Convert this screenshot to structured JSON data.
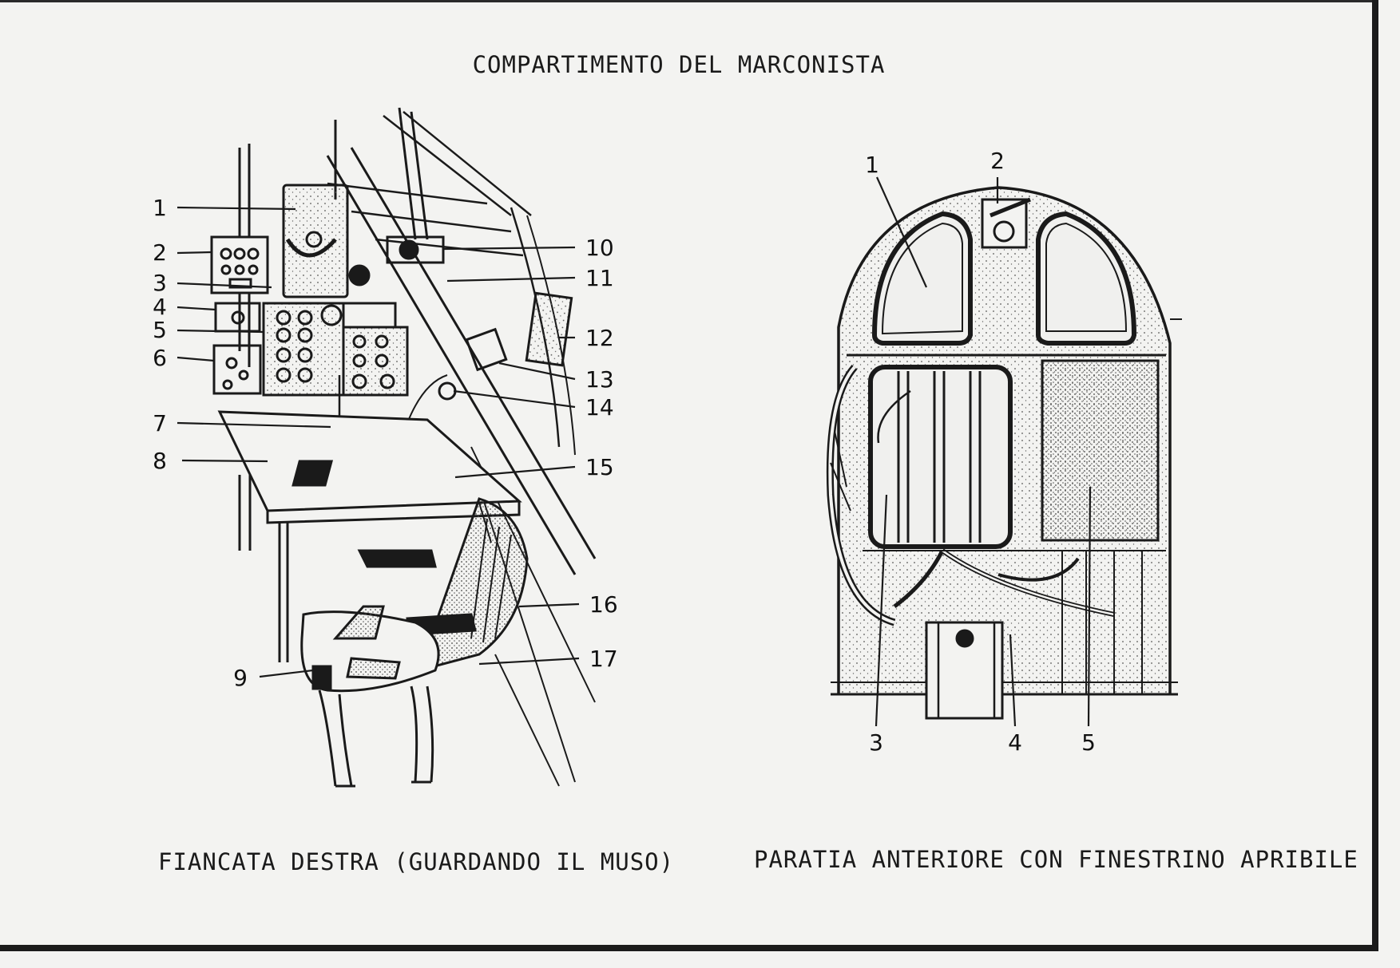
{
  "title": "COMPARTIMENTO DEL MARCONISTA",
  "left_view": {
    "caption": "FIANCATA DESTRA (GUARDANDO IL MUSO)",
    "callouts": [
      "1",
      "2",
      "3",
      "4",
      "5",
      "6",
      "7",
      "8",
      "9",
      "10",
      "11",
      "12",
      "13",
      "14",
      "15",
      "16",
      "17"
    ]
  },
  "right_view": {
    "caption": "PARATIA ANTERIORE CON FINESTRINO APRIBILE",
    "callouts": [
      "1",
      "2",
      "3",
      "4",
      "5"
    ]
  },
  "colors": {
    "ink": "#1a1a1a",
    "paper": "#f3f3f1",
    "frame": "#1b1b1b"
  }
}
